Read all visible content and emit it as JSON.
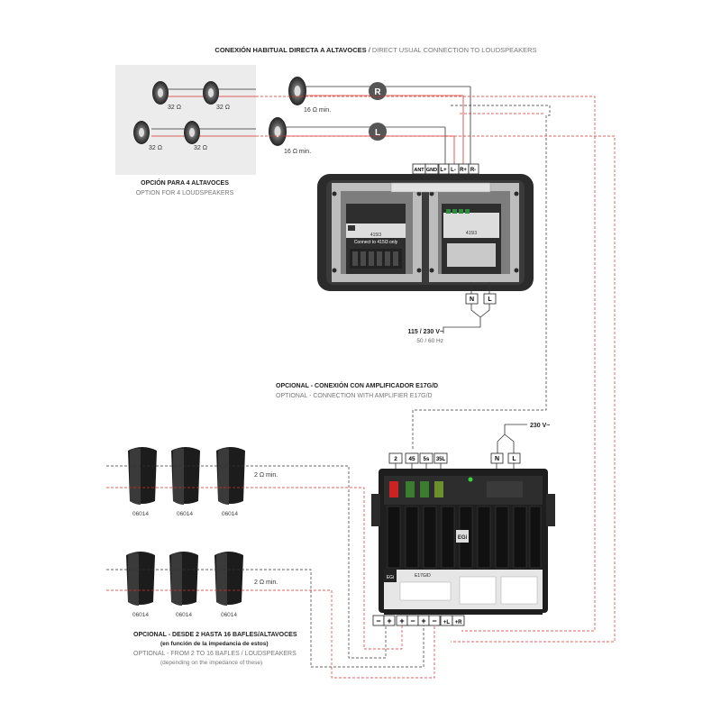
{
  "title": {
    "es": "CONEXIÓN HABITUAL DIRECTA A ALTAVOCES",
    "sep": " / ",
    "en": "DIRECT USUAL CONNECTION TO LOUDSPEAKERS"
  },
  "four_speaker_option": {
    "impedances": [
      "32 Ω",
      "32 Ω",
      "32 Ω",
      "32 Ω"
    ],
    "caption_es": "OPCIÓN PARA 4 ALTAVOCES",
    "caption_en": "OPTION FOR 4 LOUDSPEAKERS"
  },
  "direct_speakers": {
    "right_tag": "R",
    "left_tag": "L",
    "right_impedance": "16 Ω min.",
    "left_impedance": "16 Ω min."
  },
  "terminals": [
    "ANT",
    "GND",
    "L+",
    "L-",
    "R+",
    "R-"
  ],
  "module": {
    "left_label": "Connect to 415l3 only",
    "left_code": "415l3",
    "right_code": "415l3"
  },
  "mains_module": {
    "terminal_n": "N",
    "terminal_l": "L",
    "voltage": "115 / 230 V~",
    "frequency": "50 / 60 Hz"
  },
  "amplifier_option": {
    "title_es": "OPCIONAL - CONEXIÓN CON AMPLIFICADOR E17G/D",
    "title_en": "OPTIONAL - CONNECTION WITH AMPLIFIER E17G/D"
  },
  "amplifier": {
    "top_terminals": [
      "2",
      "45",
      "5s",
      "35L"
    ],
    "mains_terminals": [
      "N",
      "L"
    ],
    "mains_voltage": "230 V~",
    "brand": "EGi",
    "model": "E17G/D",
    "bottom_terminals": [
      "−",
      "+",
      "+",
      "−",
      "+",
      "−",
      "+L",
      "+R"
    ]
  },
  "baffles": {
    "model_codes_row1": [
      "06014",
      "06014",
      "06014"
    ],
    "model_codes_row2": [
      "06014",
      "06014",
      "06014"
    ],
    "impedance_row1": "2 Ω min.",
    "impedance_row2": "2 Ω min.",
    "caption_es_1": "OPCIONAL - DESDE 2 HASTA 16 BAFLES/ALTAVOCES",
    "caption_es_2": "(en función de la impedancia de estos)",
    "caption_en_1": "OPTIONAL - FROM 2 TO 16 BAFLES / LOUDSPEAKERS",
    "caption_en_2": "(depending on the impedance of these)"
  }
}
